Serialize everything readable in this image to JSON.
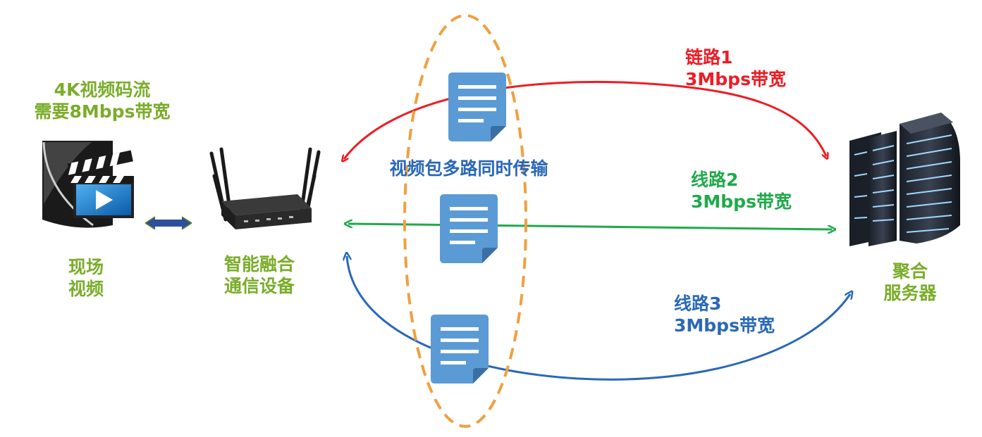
{
  "source": {
    "title_line1": "4K视频码流",
    "title_line2": "需要8Mbps带宽",
    "name_line1": "现场",
    "name_line2": "视频",
    "icon": "video-clapper-icon"
  },
  "device": {
    "name_line1": "智能融合",
    "name_line2": "通信设备",
    "icon": "router-icon"
  },
  "server": {
    "name_line1": "聚合",
    "name_line2": "服务器",
    "icon": "server-rack-icon"
  },
  "center_caption": "视频包多路同时传输",
  "links": [
    {
      "name": "链路1",
      "bandwidth": "3Mbps带宽",
      "color": "#ee1c24"
    },
    {
      "name": "线路2",
      "bandwidth": "3Mbps带宽",
      "color": "#1faa4a"
    },
    {
      "name": "线路3",
      "bandwidth": "3Mbps带宽",
      "color": "#2a68b8"
    }
  ],
  "colors": {
    "label_green": "#7aad2a",
    "packet_blue": "#5b9bd5",
    "ellipse_orange": "#f0a040"
  }
}
